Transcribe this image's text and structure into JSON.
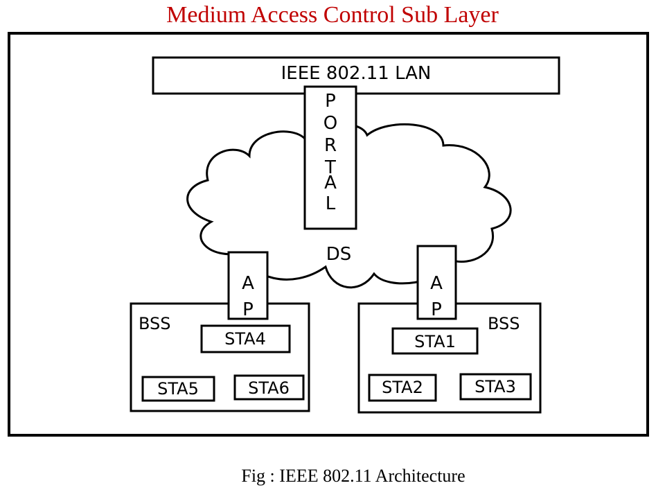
{
  "page": {
    "title": "Medium Access Control Sub Layer",
    "caption": "Fig : IEEE 802.11 Architecture"
  },
  "diagram": {
    "lan_label": "IEEE 802.11 LAN",
    "portal_letters": [
      "P",
      "O",
      "R",
      "T",
      "A",
      "L"
    ],
    "ds_label": "DS",
    "ap_left_letters": [
      "A",
      "P"
    ],
    "ap_right_letters": [
      "A",
      "P"
    ],
    "bss_left": {
      "label": "BSS",
      "stations": [
        "STA4",
        "STA5",
        "STA6"
      ]
    },
    "bss_right": {
      "label": "BSS",
      "stations": [
        "STA1",
        "STA2",
        "STA3"
      ]
    }
  },
  "colors": {
    "title": "#c00000",
    "lines": "#000000",
    "background": "#ffffff"
  }
}
